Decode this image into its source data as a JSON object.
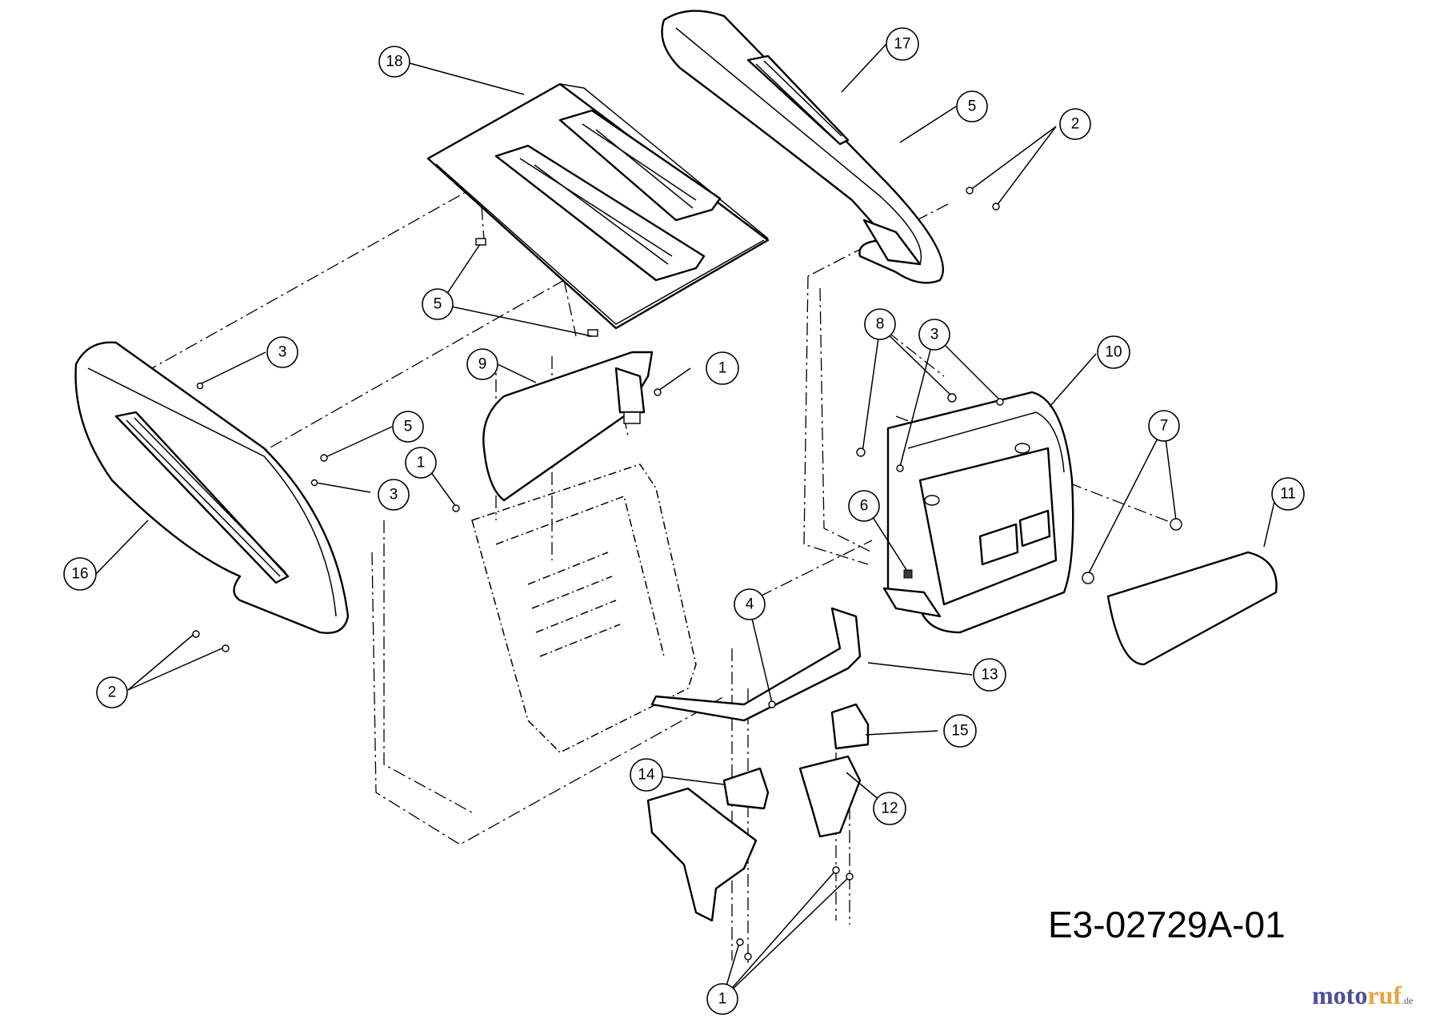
{
  "drawing_number": "E3-02729A-01",
  "watermark": {
    "part1": "moto",
    "part2": "ruf",
    "suffix": ".de"
  },
  "callouts": [
    {
      "id": "c18",
      "label": "18"
    },
    {
      "id": "c17",
      "label": "17"
    },
    {
      "id": "c5a",
      "label": "5"
    },
    {
      "id": "c2a",
      "label": "2"
    },
    {
      "id": "c5b",
      "label": "5"
    },
    {
      "id": "c3a",
      "label": "3"
    },
    {
      "id": "c9",
      "label": "9"
    },
    {
      "id": "c1a",
      "label": "1"
    },
    {
      "id": "c8",
      "label": "8"
    },
    {
      "id": "c3b",
      "label": "3"
    },
    {
      "id": "c10",
      "label": "10"
    },
    {
      "id": "c5c",
      "label": "5"
    },
    {
      "id": "c1b",
      "label": "1"
    },
    {
      "id": "c3c",
      "label": "3"
    },
    {
      "id": "c7",
      "label": "7"
    },
    {
      "id": "c6",
      "label": "6"
    },
    {
      "id": "c11",
      "label": "11"
    },
    {
      "id": "c16",
      "label": "16"
    },
    {
      "id": "c4",
      "label": "4"
    },
    {
      "id": "c13",
      "label": "13"
    },
    {
      "id": "c2b",
      "label": "2"
    },
    {
      "id": "c15",
      "label": "15"
    },
    {
      "id": "c14",
      "label": "14"
    },
    {
      "id": "c12",
      "label": "12"
    },
    {
      "id": "c1c",
      "label": "1"
    }
  ]
}
